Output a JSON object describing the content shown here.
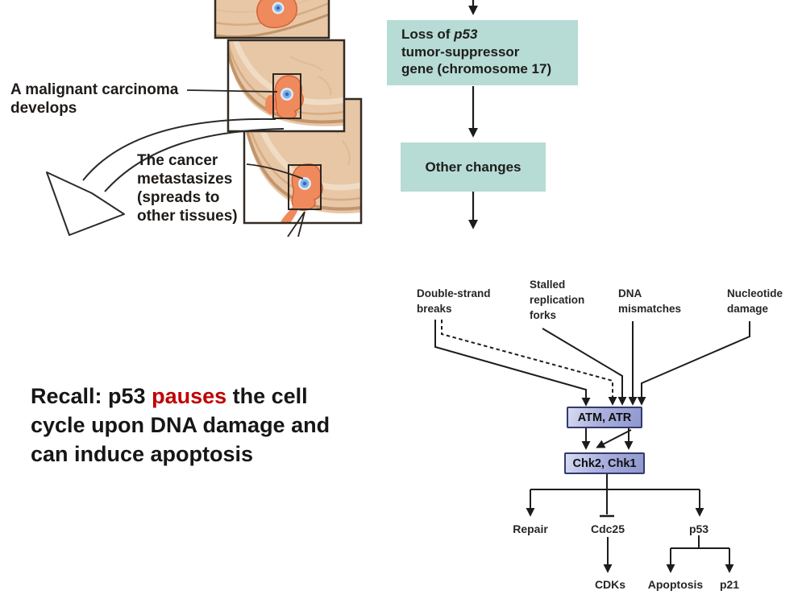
{
  "slide": {
    "carcinoma_figure": {
      "develop_label": {
        "line1": "A malignant carcinoma",
        "line2": "develops"
      },
      "metastasis_label": {
        "line1": "The cancer",
        "line2": "metastasizes",
        "line3": "(spreads to",
        "line4": "other tissues)"
      },
      "tissue_color": "#e8c7a6",
      "tumor_color": "#ef8a5c",
      "nucleus_color": "#7db1e8"
    },
    "p53_flowchart": {
      "box_fill": "#b7dbd5",
      "box1": {
        "line1_prefix": "Loss of ",
        "line1_gene": "p53",
        "line2": "tumor-suppressor",
        "line3": "gene (chromosome 17)"
      },
      "box2_label": "Other changes"
    },
    "recall_note": {
      "highlight_color": "#c00000",
      "line1_before": "Recall: p53 ",
      "line1_highlight": "pauses",
      "line1_after": " the cell",
      "line2": "cycle upon DNA damage and",
      "line3": "can induce apoptosis"
    },
    "checkpoint_pathway": {
      "node_fill": "#aab0de",
      "node_border": "#323a6e",
      "inputs": [
        {
          "lines": [
            "Double-strand",
            "breaks"
          ]
        },
        {
          "lines": [
            "Stalled",
            "replication",
            "forks"
          ]
        },
        {
          "lines": [
            "DNA",
            "mismatches"
          ]
        },
        {
          "lines": [
            "Nucleotide",
            "damage"
          ]
        }
      ],
      "sensor_node": "ATM, ATR",
      "transducer_node": "Chk2, Chk1",
      "effectors": [
        "Repair",
        "Cdc25",
        "p53"
      ],
      "targets": [
        "CDKs",
        "Apoptosis",
        "p21"
      ]
    }
  }
}
